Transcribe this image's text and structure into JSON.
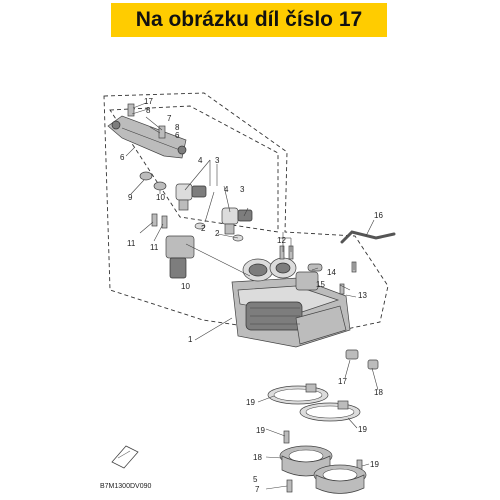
{
  "banner": {
    "text": "Na obrázku díl číslo 17",
    "bg_color": "#ffcc00"
  },
  "diagram": {
    "drawing_code": "B7M1300DV090",
    "part_labels": [
      "1",
      "2",
      "2",
      "3",
      "3",
      "4",
      "4",
      "5",
      "6",
      "6",
      "7",
      "7",
      "8",
      "8",
      "9",
      "10",
      "10",
      "11",
      "11",
      "12",
      "13",
      "14",
      "15",
      "16",
      "17",
      "17",
      "18",
      "18",
      "19",
      "19",
      "19",
      "19"
    ]
  }
}
